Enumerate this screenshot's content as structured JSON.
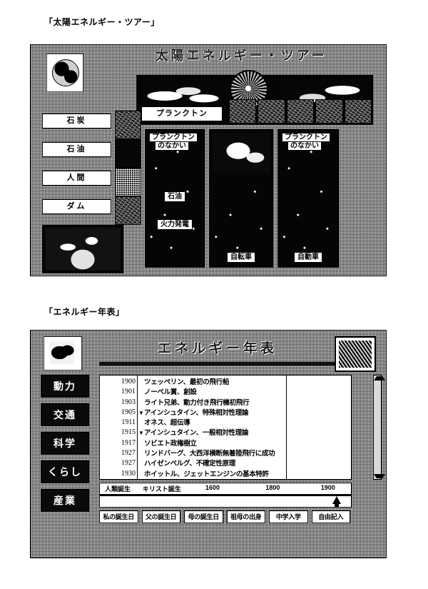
{
  "page": {
    "caption1": "「太陽エネルギー・ツアー」",
    "caption2": "「エネルギー年表」"
  },
  "shot1": {
    "title": "太陽エネルギー・ツアー",
    "globe_icon": "earth-globe-icon",
    "banner": {
      "tab_label": "プランクトン",
      "wheel_icon": "sun-wheel-icon"
    },
    "nav_buttons": [
      {
        "label": "石炭"
      },
      {
        "label": "石油"
      },
      {
        "label": "人間"
      },
      {
        "label": "ダム"
      }
    ],
    "cards": [
      {
        "name": "plankton-chain-card",
        "title_line1": "プランクトン",
        "title_line2": "のなかい",
        "mid_label": "石油",
        "bot_label": "火力発電"
      },
      {
        "name": "fish-card",
        "bot_label": "自転車"
      },
      {
        "name": "plankton-card-right",
        "title_line1": "プランクトン",
        "title_line2": "のなかい",
        "bot_label": "自動車"
      }
    ]
  },
  "shot2": {
    "title": "エネルギー年表",
    "left_icon": "whale-icon",
    "right_icon": "book-icon",
    "sidebar": [
      {
        "label": "動力"
      },
      {
        "label": "交通"
      },
      {
        "label": "科学"
      },
      {
        "label": "くらし"
      },
      {
        "label": "産業"
      }
    ],
    "timeline_rows": [
      {
        "year": "1900",
        "marker": "",
        "event": "ツェッペリン、最初の飛行船"
      },
      {
        "year": "1901",
        "marker": "",
        "event": "ノーベル賞、創設"
      },
      {
        "year": "1903",
        "marker": "",
        "event": "ライト兄弟、動力付き飛行機初飛行"
      },
      {
        "year": "1905",
        "marker": "▼",
        "event": "アインシュタイン、特殊相対性理論"
      },
      {
        "year": "1911",
        "marker": "",
        "event": "オネス、超伝導"
      },
      {
        "year": "1915",
        "marker": "▼",
        "event": "アインシュタイン、一般相対性理論"
      },
      {
        "year": "1917",
        "marker": "",
        "event": "ソビエト政権樹立"
      },
      {
        "year": "1927",
        "marker": "",
        "event": "リンドバーグ、大西洋横断無着陸飛行に成功"
      },
      {
        "year": "1927",
        "marker": "",
        "event": "ハイゼンベルグ、不確定性原理"
      },
      {
        "year": "1930",
        "marker": "",
        "event": "ホイットル、ジェットエンジンの基本特許"
      }
    ],
    "axis": {
      "labels": [
        {
          "text": "人類誕生",
          "left_pct": 1
        },
        {
          "text": "キリスト誕生",
          "left_pct": 17
        },
        {
          "text": "1600",
          "left_pct": 42
        },
        {
          "text": "1800",
          "left_pct": 66
        },
        {
          "text": "1900",
          "left_pct": 88
        }
      ],
      "marker_icon": "current-position-arrow-icon"
    },
    "buttons": [
      {
        "label": "私の誕生日"
      },
      {
        "label": "父の誕生日"
      },
      {
        "label": "母の誕生日"
      },
      {
        "label": "祖母の出身"
      },
      {
        "label": "中学入学"
      },
      {
        "label": "自由記入"
      }
    ],
    "scrollbar": {
      "up_icon": "scroll-up-arrow-icon",
      "down_icon": "scroll-down-arrow-icon"
    }
  }
}
